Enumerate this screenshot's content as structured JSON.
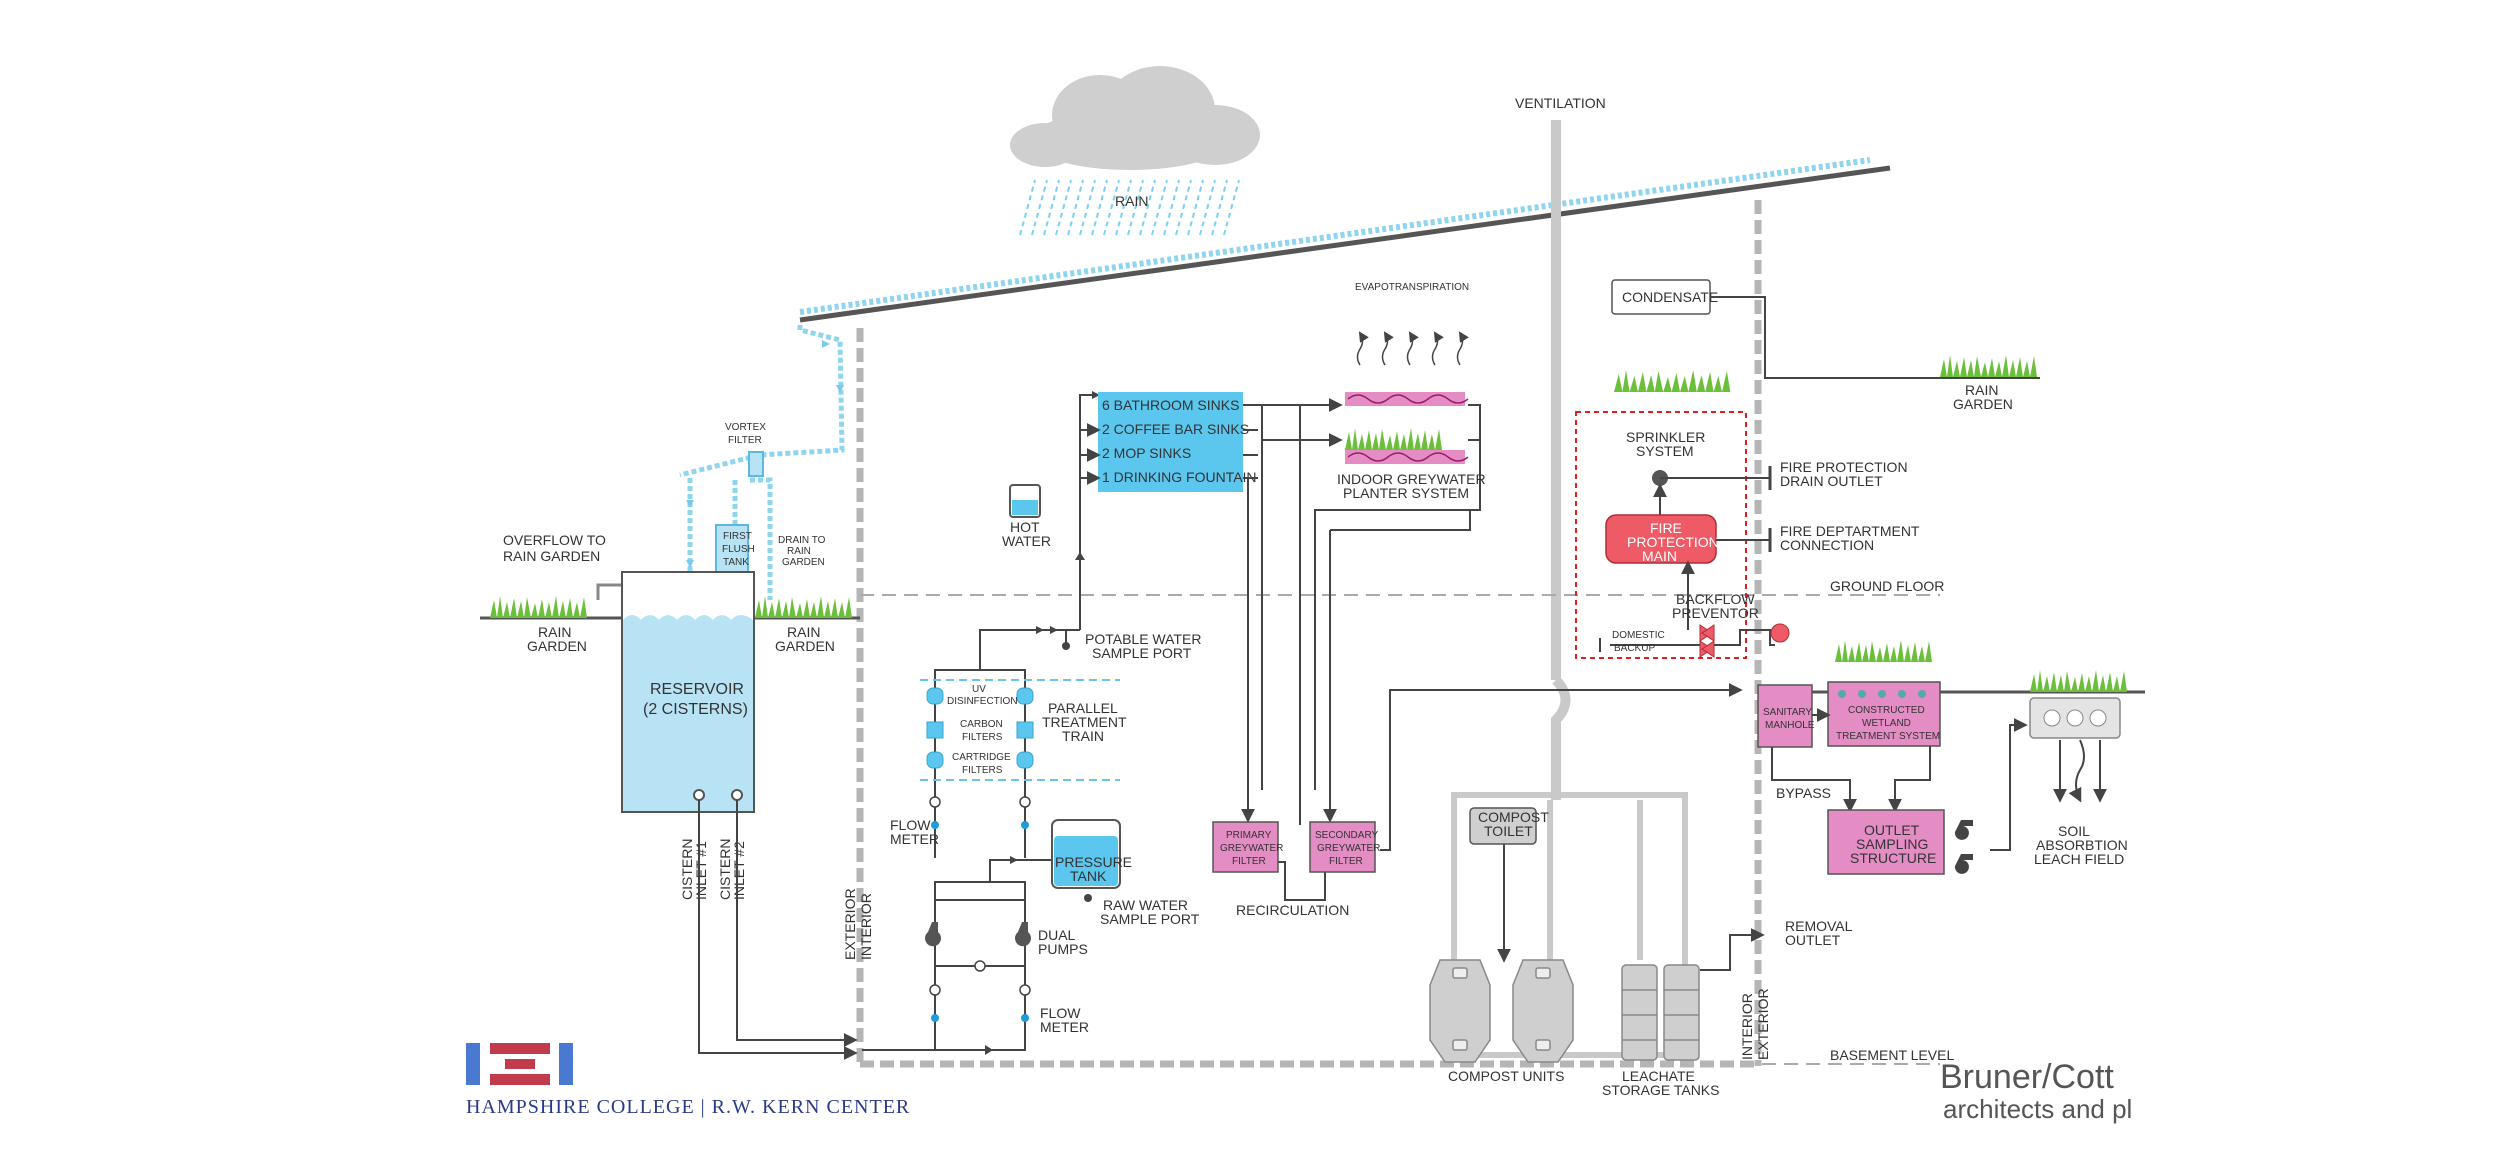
{
  "labels": {
    "rain": "RAIN",
    "ventilation": "VENTILATION",
    "vortex_filter": [
      "VORTEX",
      "FILTER"
    ],
    "first_flush_tank": [
      "FIRST",
      "FLUSH",
      "TANK"
    ],
    "drain_to_rain_garden": [
      "DRAIN TO",
      "RAIN",
      "GARDEN"
    ],
    "overflow_to_rain_garden": [
      "OVERFLOW TO",
      "RAIN GARDEN"
    ],
    "rain_garden_left": [
      "RAIN",
      "GARDEN"
    ],
    "rain_garden_mid": [
      "RAIN",
      "GARDEN"
    ],
    "rain_garden_right": [
      "RAIN",
      "GARDEN"
    ],
    "reservoir": [
      "RESERVOIR",
      "(2 CISTERNS)"
    ],
    "cistern_inlet_1": [
      "CISTERN",
      "INLET #1"
    ],
    "cistern_inlet_2": [
      "CISTERN",
      "INLET #2"
    ],
    "exterior_interior_left": [
      "EXTERIOR",
      "INTERIOR"
    ],
    "interior_exterior_right": [
      "INTERIOR",
      "EXTERIOR"
    ],
    "hot_water": [
      "HOT",
      "WATER"
    ],
    "fixtures": [
      "6 BATHROOM SINKS",
      "2 COFFEE BAR SINKS",
      "2 MOP SINKS",
      "1 DRINKING FOUNTAIN"
    ],
    "evapotranspiration": "EVAPOTRANSPIRATION",
    "indoor_planter": [
      "INDOOR GREYWATER",
      "PLANTER SYSTEM"
    ],
    "potable_sample": [
      "POTABLE WATER",
      "SAMPLE PORT"
    ],
    "uv_disinfection": [
      "UV",
      "DISINFECTION"
    ],
    "carbon_filters": [
      "CARBON",
      "FILTERS"
    ],
    "cartridge_filters": [
      "CARTRIDGE",
      "FILTERS"
    ],
    "parallel_treatment": [
      "PARALLEL",
      "TREATMENT",
      "TRAIN"
    ],
    "flow_meter": [
      "FLOW",
      "METER"
    ],
    "pressure_tank": [
      "PRESSURE",
      "TANK"
    ],
    "raw_water_sample": [
      "RAW WATER",
      "SAMPLE PORT"
    ],
    "dual_pumps": [
      "DUAL",
      "PUMPS"
    ],
    "primary_filter": [
      "PRIMARY",
      "GREYWATER",
      "FILTER"
    ],
    "secondary_filter": [
      "SECONDARY",
      "GREYWATER",
      "FILTER"
    ],
    "recirculation": "RECIRCULATION",
    "compost_toilet": [
      "COMPOST",
      "TOILET"
    ],
    "compost_units": "COMPOST UNITS",
    "leachate_tanks": [
      "LEACHATE",
      "STORAGE TANKS"
    ],
    "removal_outlet": [
      "REMOVAL",
      "OUTLET"
    ],
    "condensate": "CONDENSATE",
    "sprinkler_system": [
      "SPRINKLER",
      "SYSTEM"
    ],
    "fire_drain_outlet": [
      "FIRE PROTECTION",
      "DRAIN OUTLET"
    ],
    "fire_protection_main": [
      "FIRE",
      "PROTECTION",
      "MAIN"
    ],
    "fire_dept_connection": [
      "FIRE DEPTARTMENT",
      "CONNECTION"
    ],
    "backflow_preventor": [
      "BACKFLOW",
      "PREVENTOR"
    ],
    "domestic_backup": [
      "DOMESTIC",
      "BACKUP"
    ],
    "ground_floor": "GROUND FLOOR",
    "basement_level": "BASEMENT LEVEL",
    "sanitary_manhole": [
      "SANITARY",
      "MANHOLE"
    ],
    "wetland": [
      "CONSTRUCTED",
      "WETLAND",
      "TREATMENT SYSTEM"
    ],
    "bypass": "BYPASS",
    "outlet_sampling": [
      "OUTLET",
      "SAMPLING",
      "STRUCTURE"
    ],
    "soil_absorption": [
      "SOIL",
      "ABSORBTION",
      "LEACH FIELD"
    ]
  },
  "branding": {
    "college": "HAMPSHIRE COLLEGE   |   R.W. KERN CENTER",
    "firm_name": "Bruner/Cott",
    "firm_sub": "architects and pl"
  },
  "colors": {
    "water": "#b7e3f5",
    "water_strong": "#5bc6ee",
    "pink": "#e48cc4",
    "red": "#ee5a66",
    "grass": "#6cbf3a",
    "pipe": "#444444",
    "wall": "#b5b5b5"
  }
}
